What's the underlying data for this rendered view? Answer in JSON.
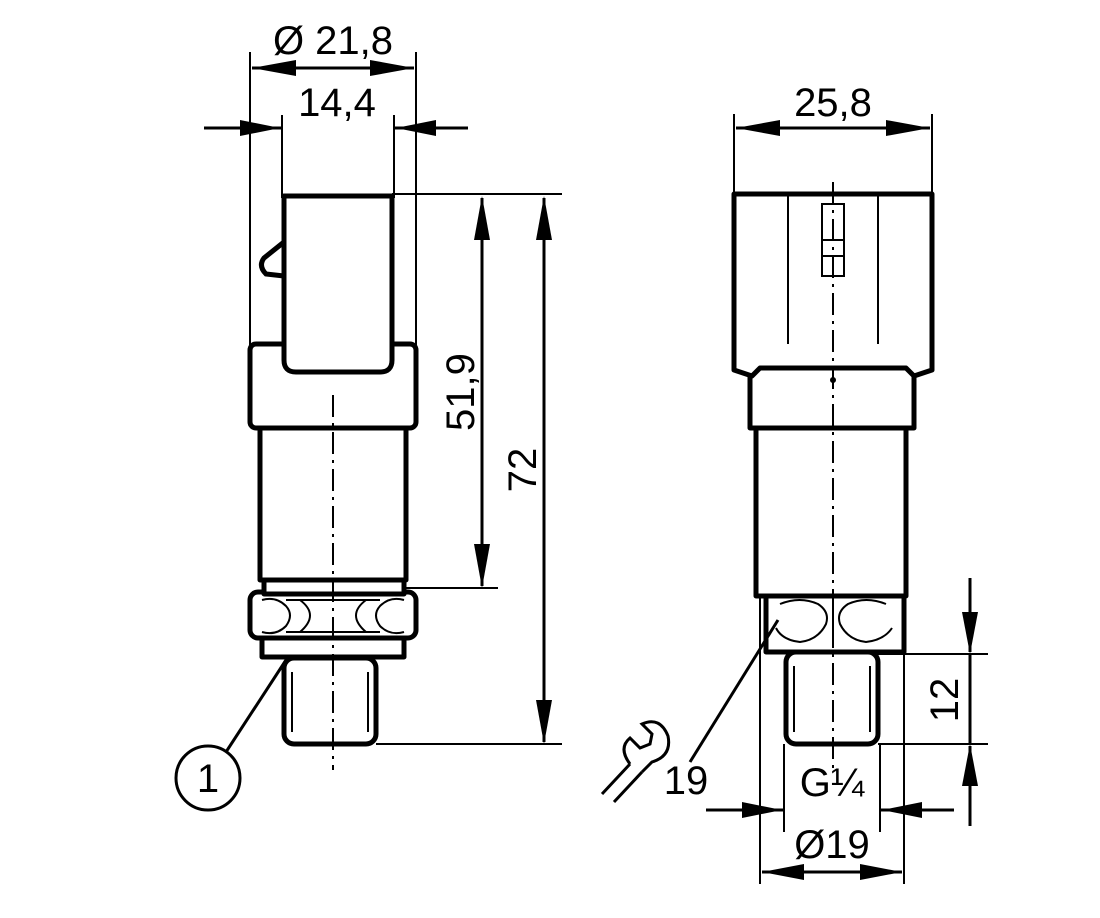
{
  "drawing": {
    "views": [
      {
        "name": "side-view",
        "dimensions": {
          "outer_diameter": "Ø 21,8",
          "connector_width": "14,4",
          "connector_height": "51,9",
          "overall_length": "72"
        },
        "callout": "1"
      },
      {
        "name": "front-view",
        "dimensions": {
          "housing_width": "25,8",
          "thread_length": "12",
          "thread": "G¼",
          "collar_diameter": "Ø19"
        },
        "wrench_size": "19",
        "wrench_icon": "wrench-icon"
      }
    ],
    "colors": {
      "line": "#000000",
      "background": "#ffffff"
    }
  }
}
